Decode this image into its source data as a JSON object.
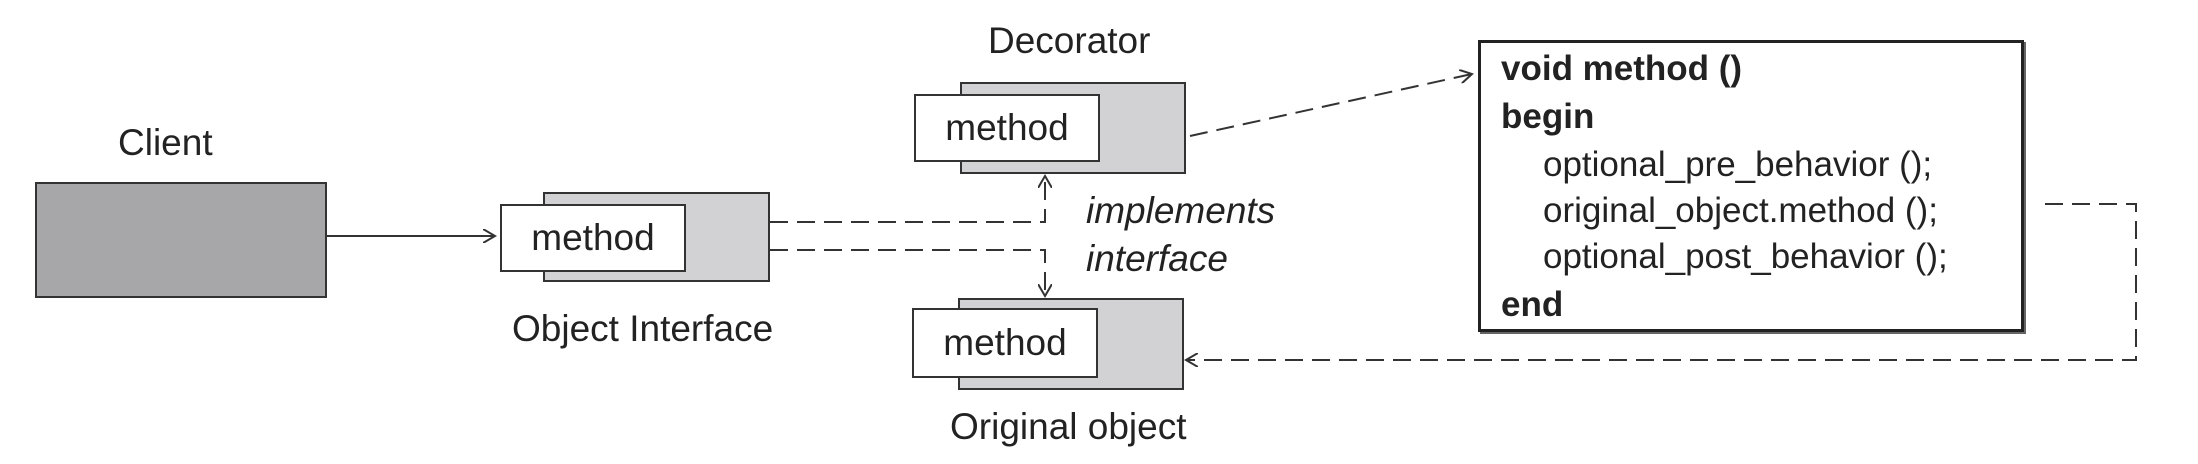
{
  "labels": {
    "client": "Client",
    "object_interface": "Object Interface",
    "decorator": "Decorator",
    "original_object": "Original object",
    "implements": "implements",
    "interface": "interface"
  },
  "method_label": "method",
  "code": {
    "signature": "void method ()",
    "begin": "begin",
    "pre": "optional_pre_behavior ();",
    "call": "original_object.method ();",
    "post": "optional_post_behavior ();",
    "end": "end"
  },
  "colors": {
    "client_fill": "#a7a7a9",
    "shadow_fill": "#d2d2d4",
    "stroke": "#333333"
  }
}
